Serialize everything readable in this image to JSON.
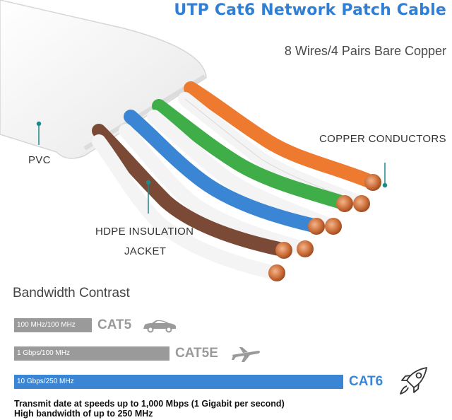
{
  "header": {
    "title": "UTP Cat6 Network Patch Cable",
    "subtitle": "8 Wires/4 Pairs Bare Copper"
  },
  "callouts": {
    "pvc": "PVC",
    "copper": "COPPER CONDUCTORS",
    "hdpe_line1": "HDPE INSULATION",
    "hdpe_line2": "JACKET"
  },
  "colors": {
    "title": "#2f7fd4",
    "cat5_bar": "#9a9a9a",
    "cat5e_bar": "#9a9a9a",
    "cat6_bar": "#3a86d4",
    "wire_orange": "#ee7a2f",
    "wire_green": "#3fae49",
    "wire_blue": "#3a86d4",
    "wire_brown": "#7a4a36",
    "leader": "#1d8a8a"
  },
  "bandwidth": {
    "title": "Bandwidth Contrast",
    "rows": [
      {
        "bar_text": "100 MHz/100 MHz",
        "label": "CAT5",
        "icon": "car-icon",
        "level": 0.25
      },
      {
        "bar_text": "1 Gbps/100 MHz",
        "label": "CAT5E",
        "icon": "airplane-icon",
        "level": 0.5
      },
      {
        "bar_text": "10 Gbps/250 MHz",
        "label": "CAT6",
        "icon": "rocket-icon",
        "level": 1.0
      }
    ]
  },
  "notes": {
    "line1": "Transmit date at speeds up to 1,000 Mbps (1 Gigabit per second)",
    "line2": "High bandwidth of up to 250 MHz"
  }
}
